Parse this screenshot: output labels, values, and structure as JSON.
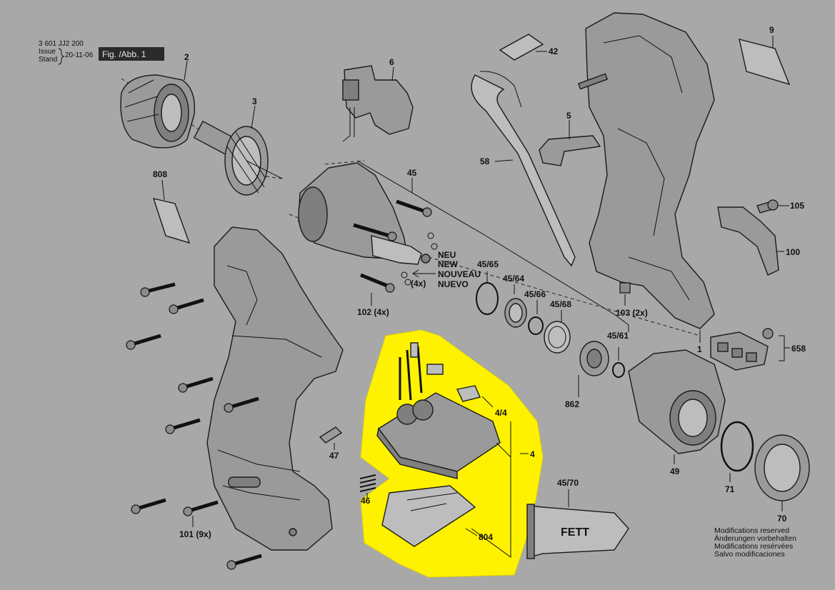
{
  "header": {
    "doc_number": "3 601 JJ2 200",
    "issue_label": "Issue",
    "stand_label": "Stand",
    "date": "20-11-06",
    "figure": "Fig. /Abb. 1"
  },
  "labels": {
    "p2": "2",
    "p3": "3",
    "p6": "6",
    "p42": "42",
    "p9": "9",
    "p5": "5",
    "p58": "58",
    "p808": "808",
    "p45": "45",
    "p105": "105",
    "p100": "100",
    "p45_65": "45/65",
    "p45_64": "45/64",
    "p45_66": "45/66",
    "p45_68": "45/68",
    "p45_61": "45/61",
    "p103": "103 (2x)",
    "p102": "102 (4x)",
    "p1": "1",
    "p658": "658",
    "p862": "862",
    "p4_4": "4/4",
    "p4": "4",
    "p47": "47",
    "p46": "46",
    "p804": "804",
    "p45_70": "45/70",
    "p49": "49",
    "p71": "71",
    "p70": "70",
    "p101": "101 (9x)",
    "count_4x": "(4x)"
  },
  "new_marker": [
    "NEU",
    "NEW",
    "NOUVEAU",
    "NUEVO"
  ],
  "grease_label": "FETT",
  "modifications": [
    "Modifications reserved",
    "Änderungen vorbehalten",
    "Modifications resérvées",
    "Salvo modificaciones"
  ],
  "colors": {
    "background": "#a8a8a8",
    "highlight": "#fff200",
    "line": "#1a1a1a"
  }
}
